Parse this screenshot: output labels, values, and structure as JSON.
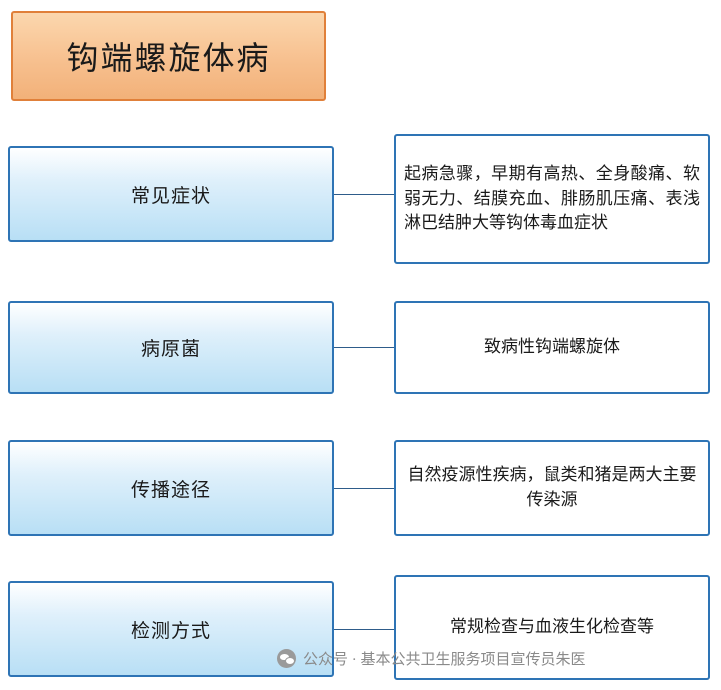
{
  "title": {
    "text": "钩端螺旋体病"
  },
  "rows": [
    {
      "label": "常见症状",
      "content": "起病急骤，早期有高热、全身酸痛、软弱无力、结膜充血、腓肠肌压痛、表浅淋巴结肿大等钩体毒血症状",
      "align": "justify"
    },
    {
      "label": "病原菌",
      "content": "致病性钩端螺旋体",
      "align": "center"
    },
    {
      "label": "传播途径",
      "content": "自然疫源性疾病，鼠类和猪是两大主要传染源",
      "align": "center"
    },
    {
      "label": "检测方式",
      "content": "常规检查与血液生化检查等",
      "align": "center"
    }
  ],
  "watermark": {
    "text": "公众号 · 基本公共卫生服务项目宣传员朱医",
    "icon": "wechat-icon"
  },
  "colors": {
    "title_fill": "#f7c08f",
    "title_border": "#e0803a",
    "box_border": "#2e74b5",
    "box_fill": "#b8dff5"
  }
}
